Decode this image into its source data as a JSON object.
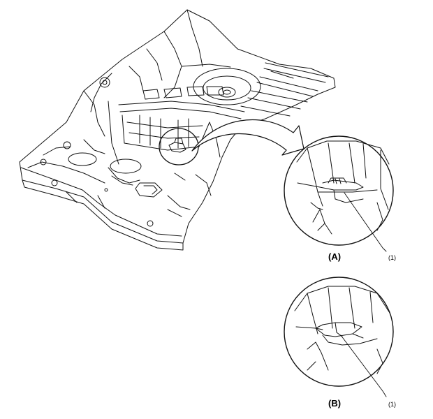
{
  "detail_a": {
    "letter": "(A)",
    "callout": "(1)"
  },
  "detail_b": {
    "letter": "(B)",
    "callout": "(1)"
  },
  "colors": {
    "stroke": "#111111",
    "background": "#ffffff"
  },
  "icons": {
    "arrow": "curved-arrow-icon"
  }
}
